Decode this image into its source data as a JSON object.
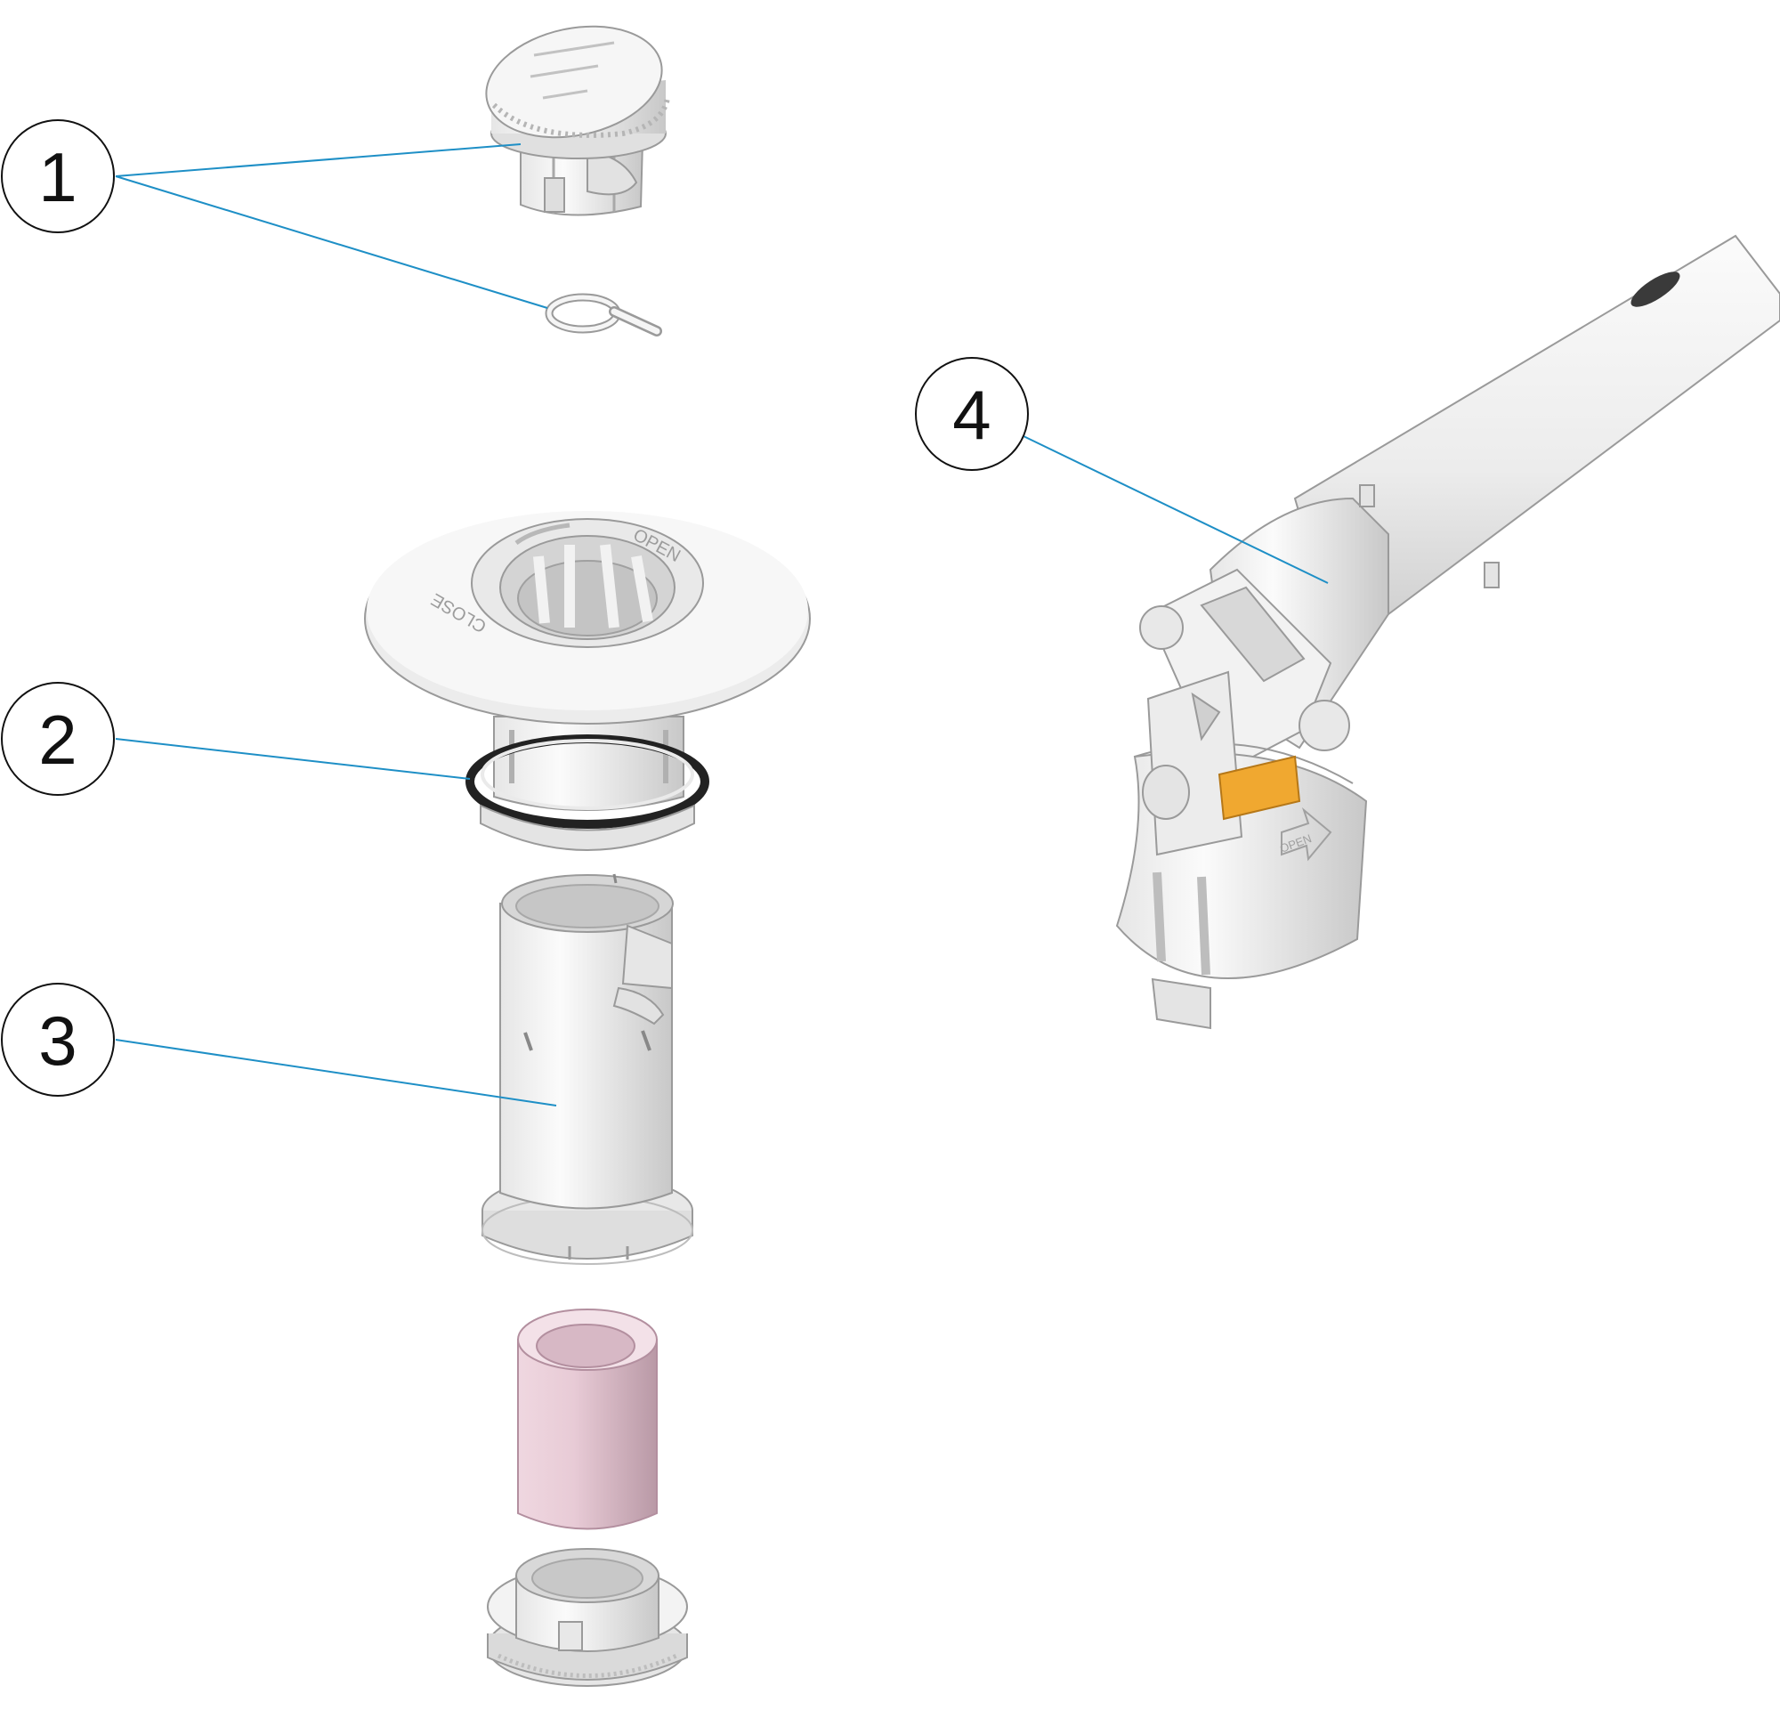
{
  "diagram": {
    "colors": {
      "leader": "#1e8fc6",
      "part_light": "#f4f4f4",
      "part_shade": "#d8d8d8",
      "part_edge": "#9a9a9a",
      "filter_pink": "#e8cbd6",
      "filter_shade": "#c9a9b6",
      "oring": "#222222",
      "accent_orange": "#f0a830",
      "callout_stroke": "#111111"
    },
    "callouts": [
      {
        "id": "1",
        "label": "1",
        "part": "cap-and-clip"
      },
      {
        "id": "2",
        "label": "2",
        "part": "flange-with-oring"
      },
      {
        "id": "3",
        "label": "3",
        "part": "body-tube"
      },
      {
        "id": "4",
        "label": "4",
        "part": "pole-adapter"
      }
    ],
    "part_markings": {
      "flange_ring": [
        "OPEN",
        "CLOSE"
      ],
      "adapter_arrow": "OPEN"
    }
  }
}
